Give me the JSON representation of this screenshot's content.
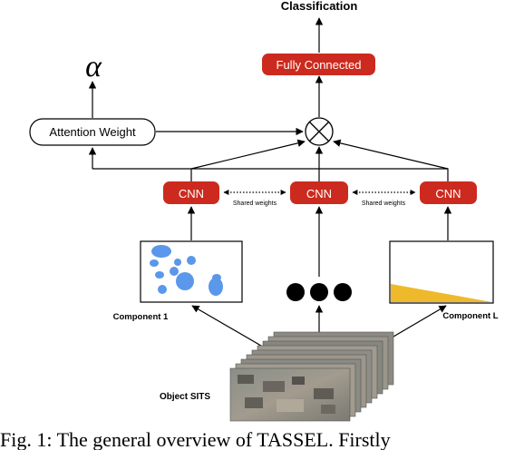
{
  "title": "Classification",
  "alpha_symbol": "α",
  "nodes": {
    "fully_connected": "Fully Connected",
    "attention_weight": "Attention Weight",
    "cnn_left": "CNN",
    "cnn_center": "CNN",
    "cnn_right": "CNN"
  },
  "edges": {
    "shared_left": "Shared weights",
    "shared_right": "Shared weights"
  },
  "components": {
    "first": "Component 1",
    "last": "Component L",
    "input": "Object SITS"
  },
  "caption": "Fig. 1: The general overview of TASSEL. Firstly"
}
